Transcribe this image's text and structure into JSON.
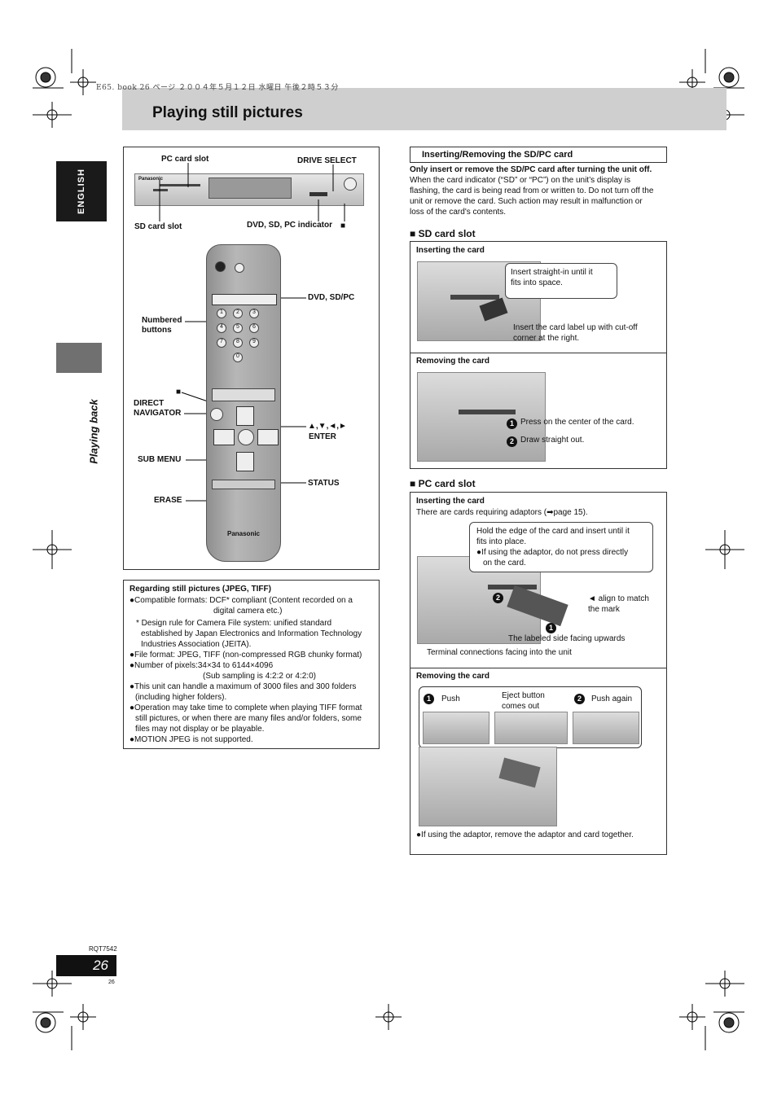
{
  "header": {
    "print_note": "E65. book  26 ページ  ２００４年５月１２日  水曜日  午後２時５３分",
    "title": "Playing still pictures"
  },
  "side": {
    "language_tab": "ENGLISH",
    "section": "Playing back"
  },
  "diagram": {
    "pc_card_slot": "PC card slot",
    "drive_select": "DRIVE SELECT",
    "sd_card_slot": "SD card slot",
    "indicator": "DVD, SD, PC indicator",
    "stop_symbol": "■",
    "numbered_buttons": "Numbered buttons",
    "dvd_sdpc": "DVD, SD/PC",
    "direct_navigator": "DIRECT NAVIGATOR",
    "arrows_enter_line1": "▲,▼,◄,►",
    "arrows_enter_line2": "ENTER",
    "sub_menu": "SUB MENU",
    "status": "STATUS",
    "erase": "ERASE",
    "device_brand": "Panasonic",
    "remote_brand": "Panasonic",
    "remote_keys": [
      "1",
      "2",
      "3",
      "4",
      "5",
      "6",
      "7",
      "8",
      "9",
      "0"
    ]
  },
  "still_info": {
    "title": "Regarding still pictures (JPEG, TIFF)",
    "items": [
      "●Compatible formats: DCF* compliant (Content recorded on a",
      "digital camera etc.)",
      "* Design rule for Camera File system: unified standard",
      "established by Japan Electronics and Information Technology",
      "Industries Association (JEITA).",
      "●File format: JPEG, TIFF (non-compressed RGB chunky format)",
      "●Number of pixels:34×34 to 6144×4096",
      "(Sub sampling is 4:2:2 or 4:2:0)",
      "●This unit can handle a maximum of 3000 files and 300 folders",
      "(including higher folders).",
      "●Operation may take time to complete when playing TIFF format",
      "still pictures, or when there are many files and/or folders, some",
      "files may not display or be playable.",
      "●MOTION JPEG is not supported."
    ]
  },
  "right": {
    "section_title": "Inserting/Removing the SD/PC card",
    "warning_bold": "Only insert or remove the SD/PC card after turning the unit off.",
    "warning_lines": [
      "When the card indicator (“SD” or “PC”) on the unit’s display is",
      "flashing, the card is being read from or written to. Do not turn off the",
      "unit or remove the card. Such action may result in malfunction or",
      "loss of the card's contents."
    ],
    "sd": {
      "heading": "■ SD card slot",
      "inserting": "Inserting the card",
      "callout_line1": "Insert straight-in until it",
      "callout_line2": "fits into space.",
      "label_line1": "Insert the card label up with cut-off",
      "label_line2": "corner at the right.",
      "removing": "Removing the card",
      "step1": "Press on the center of the card.",
      "step2": "Draw straight out."
    },
    "pc": {
      "heading": "■ PC card slot",
      "inserting": "Inserting the card",
      "adaptor_note": "There are cards requiring adaptors (➡page 15).",
      "callout_line1": "Hold the edge of the card and insert until it",
      "callout_line2": "fits into place.",
      "callout_line3": "●If using the adaptor, do not press directly",
      "callout_line4": "on the card.",
      "align_line1": "◄ align to match",
      "align_line2": "the mark",
      "labeled_side": "The labeled side facing upwards",
      "terminal": "Terminal connections facing into the unit",
      "removing": "Removing the card",
      "push": "Push",
      "eject_line1": "Eject button",
      "eject_line2": "comes out",
      "push_again": "Push again",
      "remove_note": "●If using the adaptor, remove the adaptor and card together."
    },
    "num1": "1",
    "num2": "2"
  },
  "footer": {
    "model": "RQT7542",
    "page_number": "26",
    "small_page": "26"
  }
}
